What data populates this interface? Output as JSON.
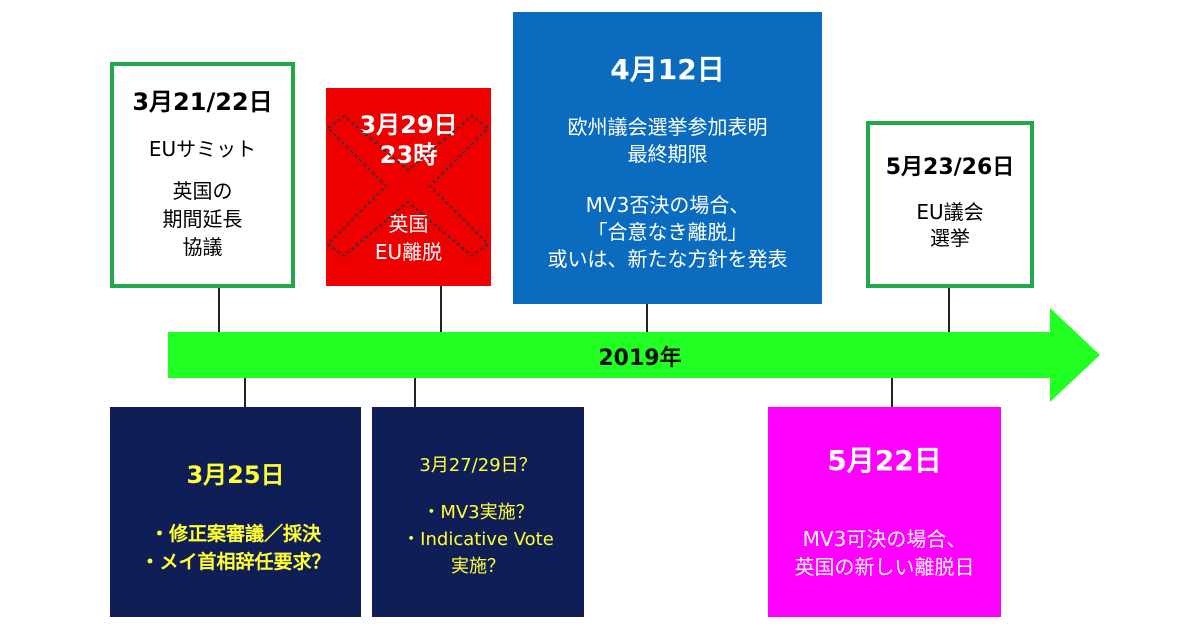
{
  "timeline": {
    "year_label": "2019年",
    "arrow_color": "#22ff22"
  },
  "events_top": [
    {
      "date": "3月21/22日",
      "lines": [
        "EUサミット",
        "",
        "英国の",
        "期間延長",
        "協議"
      ],
      "border_color": "#22a84a"
    },
    {
      "date": "3月29日",
      "date_line2": "23時",
      "lines": [
        "英国",
        "EU離脱"
      ],
      "bg_color": "#ee0000",
      "crossed_out": true
    },
    {
      "date": "4月12日",
      "lines": [
        "欧州議会選挙参加表明",
        "最終期限",
        "",
        "MV3否決の場合、",
        "「合意なき離脱」",
        "或いは、新たな方針を発表"
      ],
      "bg_color": "#0b6bbf"
    },
    {
      "date": "5月23/26日",
      "lines": [
        "EU議会",
        "選挙"
      ],
      "border_color": "#22a84a"
    }
  ],
  "events_bottom": [
    {
      "date": "3月25日",
      "lines": [
        "・修正案審議／採決",
        "・メイ首相辞任要求？"
      ],
      "bg_color": "#0f1e57"
    },
    {
      "date": "3月27/29日？",
      "lines": [
        "・MV3実施？",
        "・Indicative Vote",
        "実施？"
      ],
      "bg_color": "#0f1e57"
    },
    {
      "date": "5月22日",
      "lines": [
        "MV3可決の場合、",
        "英国の新しい離脱日"
      ],
      "bg_color": "#ff00ff"
    }
  ]
}
